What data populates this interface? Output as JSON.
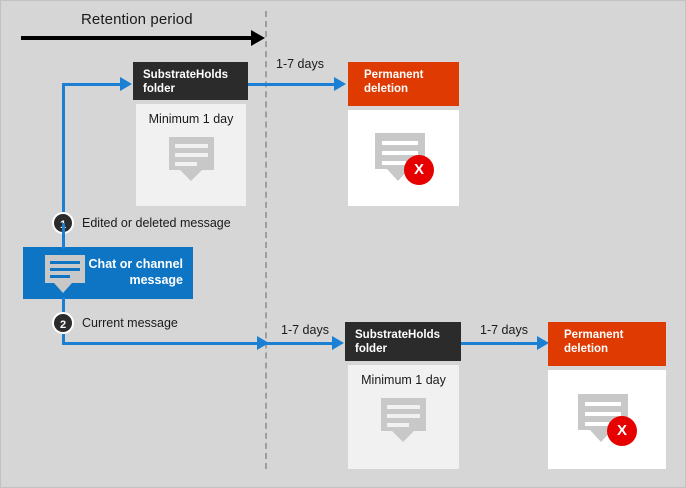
{
  "diagram": {
    "title": "Retention period",
    "background_color": "#d6d6d6",
    "accent_blue": "#0d75c4",
    "accent_orange": "#de3a02",
    "accent_dark": "#2b2b2b",
    "accent_red": "#e60000"
  },
  "header": {
    "retention_label": "Retention period"
  },
  "steps": [
    {
      "number": "1",
      "label": "Edited or deleted message"
    },
    {
      "number": "2",
      "label": "Current message"
    }
  ],
  "source_box": {
    "label": "Chat or channel message",
    "icon": "message-icon"
  },
  "top_flow": {
    "duration_label": "1-7  days",
    "substrate": {
      "header_line1": "SubstrateHolds",
      "header_line2": "folder",
      "body_title": "Minimum 1 day",
      "icon": "message-icon"
    },
    "deletion": {
      "header_line1": "Permanent",
      "header_line2": "deletion",
      "icon": "message-deleted-icon",
      "badge": "X"
    }
  },
  "bottom_flow": {
    "duration_label_1": "1-7 days",
    "duration_label_2": "1-7 days",
    "substrate": {
      "header_line1": "SubstrateHolds",
      "header_line2": "folder",
      "body_title": "Minimum 1 day",
      "icon": "message-icon"
    },
    "deletion": {
      "header_line1": "Permanent",
      "header_line2": "deletion",
      "icon": "message-deleted-icon",
      "badge": "X"
    }
  }
}
